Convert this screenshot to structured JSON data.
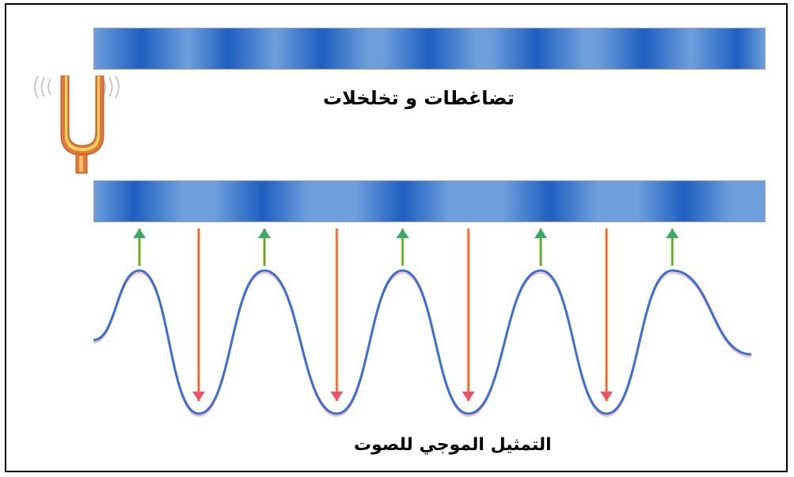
{
  "labels": {
    "top_caption": "تضاغطات و تخلخلات",
    "bottom_caption": "التمثيل الموجي للصوت"
  },
  "colors": {
    "compression": "#1f5fc0",
    "rarefaction": "#ffffff",
    "wave": "#3b6fd0",
    "up_arrow": "#3aa866",
    "down_arrow": "#f0506a",
    "fork_outer": "#e07a3a",
    "fork_inner": "#ffe06a"
  },
  "tubes": {
    "top": {
      "compression_positions": [
        0.07,
        0.2,
        0.34,
        0.5,
        0.66,
        0.82,
        0.96
      ]
    },
    "bottom": {
      "compression_positions": [
        0.06,
        0.25,
        0.46,
        0.68,
        0.88
      ]
    }
  },
  "wave": {
    "peaks": [
      0.07,
      0.26,
      0.47,
      0.68,
      0.88
    ],
    "troughs": [
      0.16,
      0.37,
      0.57,
      0.78
    ]
  }
}
